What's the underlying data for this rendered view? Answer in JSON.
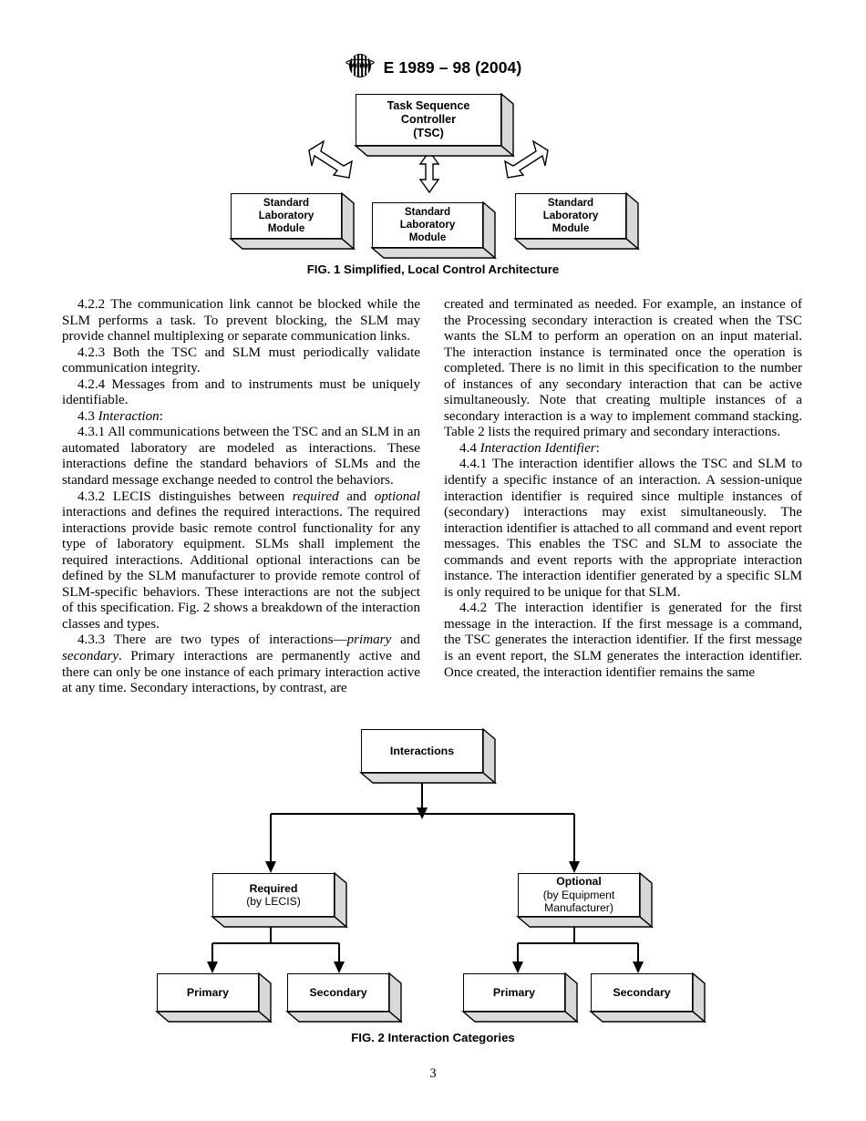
{
  "header": {
    "logo_icon": "astm-logo",
    "designation": "E 1989 – 98 (2004)"
  },
  "figure1": {
    "caption": "FIG. 1 Simplified, Local Control Architecture",
    "boxes": {
      "tsc": {
        "line1": "Task Sequence",
        "line2": "Controller",
        "line3": "(TSC)"
      },
      "slm_left": {
        "line1": "Standard",
        "line2": "Laboratory",
        "line3": "Module"
      },
      "slm_center": {
        "line1": "Standard",
        "line2": "Laboratory",
        "line3": "Module"
      },
      "slm_right": {
        "line1": "Standard",
        "line2": "Laboratory",
        "line3": "Module"
      }
    },
    "connectors": [
      {
        "name": "arrow-tsc-to-left-slm",
        "style": "double-headed-block-arrow"
      },
      {
        "name": "arrow-tsc-to-center-slm",
        "style": "double-headed-block-arrow"
      },
      {
        "name": "arrow-tsc-to-right-slm",
        "style": "double-headed-block-arrow"
      }
    ]
  },
  "figure2": {
    "caption": "FIG. 2 Interaction Categories",
    "boxes": {
      "root": {
        "title": "Interactions",
        "sub": ""
      },
      "required": {
        "title": "Required",
        "sub": "(by LECIS)"
      },
      "optional": {
        "title": "Optional",
        "sub": "(by Equipment\nManufacturer)"
      },
      "required_primary": {
        "title": "Primary",
        "sub": ""
      },
      "required_secondary": {
        "title": "Secondary",
        "sub": ""
      },
      "optional_primary": {
        "title": "Primary",
        "sub": ""
      },
      "optional_secondary": {
        "title": "Secondary",
        "sub": ""
      }
    }
  },
  "left_column": {
    "p1": "4.2.2 The communication link cannot be blocked while the SLM performs a task. To prevent blocking, the SLM may provide channel multiplexing or separate communication links.",
    "p2": "4.2.3 Both the TSC and SLM must periodically validate communication integrity.",
    "p3": "4.2.4 Messages from and to instruments must be uniquely identifiable.",
    "p4_num": "4.3 ",
    "p4_italic": "Interaction",
    "p4_tail": ":",
    "p5": "4.3.1 All communications between the TSC and an SLM in an automated laboratory are modeled as interactions. These interactions define the standard behaviors of SLMs and the standard message exchange needed to control the behaviors.",
    "p6_a": "4.3.2 LECIS distinguishes between ",
    "p6_i1": "required",
    "p6_b": " and ",
    "p6_i2": "optional",
    "p6_c": " interactions and defines the required interactions. The required interactions provide basic remote control functionality for any type of laboratory equipment. SLMs shall implement the required interactions. Additional optional interactions can be defined by the SLM manufacturer to provide remote control of SLM-specific behaviors. These interactions are not the subject of this specification. Fig. 2 shows a breakdown of the interaction classes and types.",
    "p7_a": "4.3.3 There are two types of interactions—",
    "p7_i1": "primary",
    "p7_b": " and ",
    "p7_i2": "secondary",
    "p7_c": ". Primary interactions are permanently active and there can only be one instance of each primary interaction active at any time. Secondary interactions, by contrast, are"
  },
  "right_column": {
    "p1": "created and terminated as needed. For example, an instance of the Processing secondary interaction is created when the TSC wants the SLM to perform an operation on an input material. The interaction instance is terminated once the operation is completed. There is no limit in this specification to the number of instances of any secondary interaction that can be active simultaneously. Note that creating multiple instances of a secondary interaction is a way to implement command stacking. Table 2 lists the required primary and secondary interactions.",
    "p2_num": "4.4 ",
    "p2_italic": "Interaction Identifier",
    "p2_tail": ":",
    "p3": "4.4.1 The interaction identifier allows the TSC and SLM to identify a specific instance of an interaction. A session-unique interaction identifier is required since multiple instances of (secondary) interactions may exist simultaneously. The interaction identifier is attached to all command and event report messages. This enables the TSC and SLM to associate the commands and event reports with the appropriate interaction instance. The interaction identifier generated by a specific SLM is only required to be unique for that SLM.",
    "p4": "4.4.2 The interaction identifier is generated for the first message in the interaction. If the first message is a command, the TSC generates the interaction identifier. If the first message is an event report, the SLM generates the interaction identifier. Once created, the interaction identifier remains the same"
  },
  "footer": {
    "page_number": "3"
  }
}
